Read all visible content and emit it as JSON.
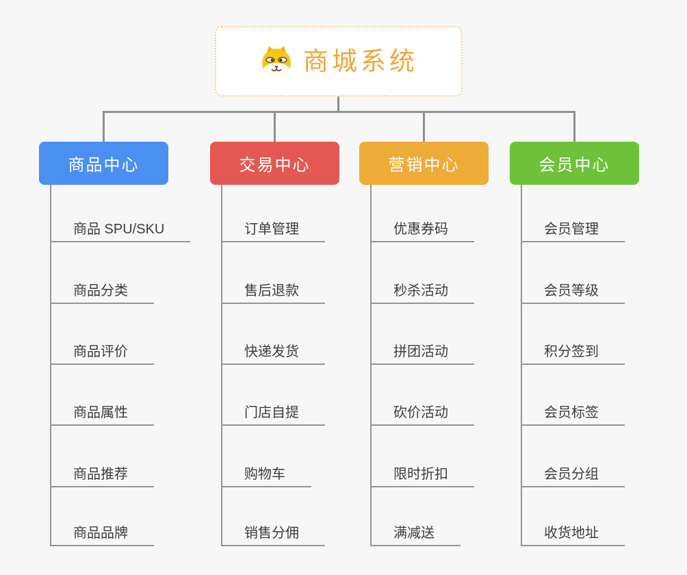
{
  "root": {
    "label": "商城系统",
    "icon": "dog-face-icon",
    "text_color": "#f1a63a",
    "border_color": "#f5c88d",
    "background": "#ffffff"
  },
  "branches": [
    {
      "label": "商品中心",
      "color": "#4a90f0",
      "items": [
        "商品 SPU/SKU",
        "商品分类",
        "商品评价",
        "商品属性",
        "商品推荐",
        "商品品牌"
      ]
    },
    {
      "label": "交易中心",
      "color": "#e35853",
      "items": [
        "订单管理",
        "售后退款",
        "快递发货",
        "门店自提",
        "购物车",
        "销售分佣"
      ]
    },
    {
      "label": "营销中心",
      "color": "#edac38",
      "items": [
        "优惠券码",
        "秒杀活动",
        "拼团活动",
        "砍价活动",
        "限时折扣",
        "满减送"
      ]
    },
    {
      "label": "会员中心",
      "color": "#6ec23a",
      "items": [
        "会员管理",
        "会员等级",
        "积分签到",
        "会员标签",
        "会员分组",
        "收货地址"
      ]
    }
  ],
  "colors": {
    "connector": "#8f8f8f",
    "underline": "#949494",
    "item_text": "#3c3c3c",
    "node_text": "#ffffff",
    "canvas_background": "#f7f7f7"
  }
}
